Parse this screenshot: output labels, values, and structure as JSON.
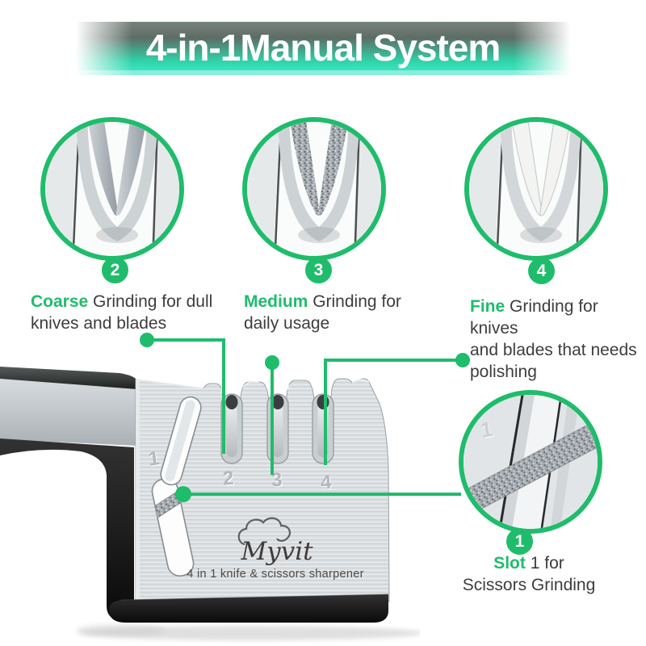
{
  "header": {
    "title": "4-in-1Manual System"
  },
  "colors": {
    "accent_green": "#1fbc6c",
    "banner_top_gray": "#78827c",
    "banner_teal": "#3ee7c2",
    "label_text": "#3d3d3d"
  },
  "callouts": {
    "coarse": {
      "badge": "2",
      "keyword": "Coarse",
      "text_line1": "Grinding for dull",
      "text_line2": "knives and blades"
    },
    "medium": {
      "badge": "3",
      "keyword": "Medium",
      "text_line1": "Grinding for",
      "text_line2": "daily usage"
    },
    "fine": {
      "badge": "4",
      "keyword": "Fine",
      "text_line1": "Grinding for knives",
      "text_line2": "and blades that needs",
      "text_line3": "polishing"
    },
    "slot": {
      "badge": "1",
      "keyword": "Slot",
      "text_line1": "1 for",
      "text_line2": "Scissors Grinding"
    }
  },
  "product": {
    "brand": "Myvit",
    "tagline": "4 in 1 knife & scissors sharpener",
    "slot_numbers": [
      "1",
      "2",
      "3",
      "4"
    ],
    "logo_icon": "chef-hat-icon"
  }
}
